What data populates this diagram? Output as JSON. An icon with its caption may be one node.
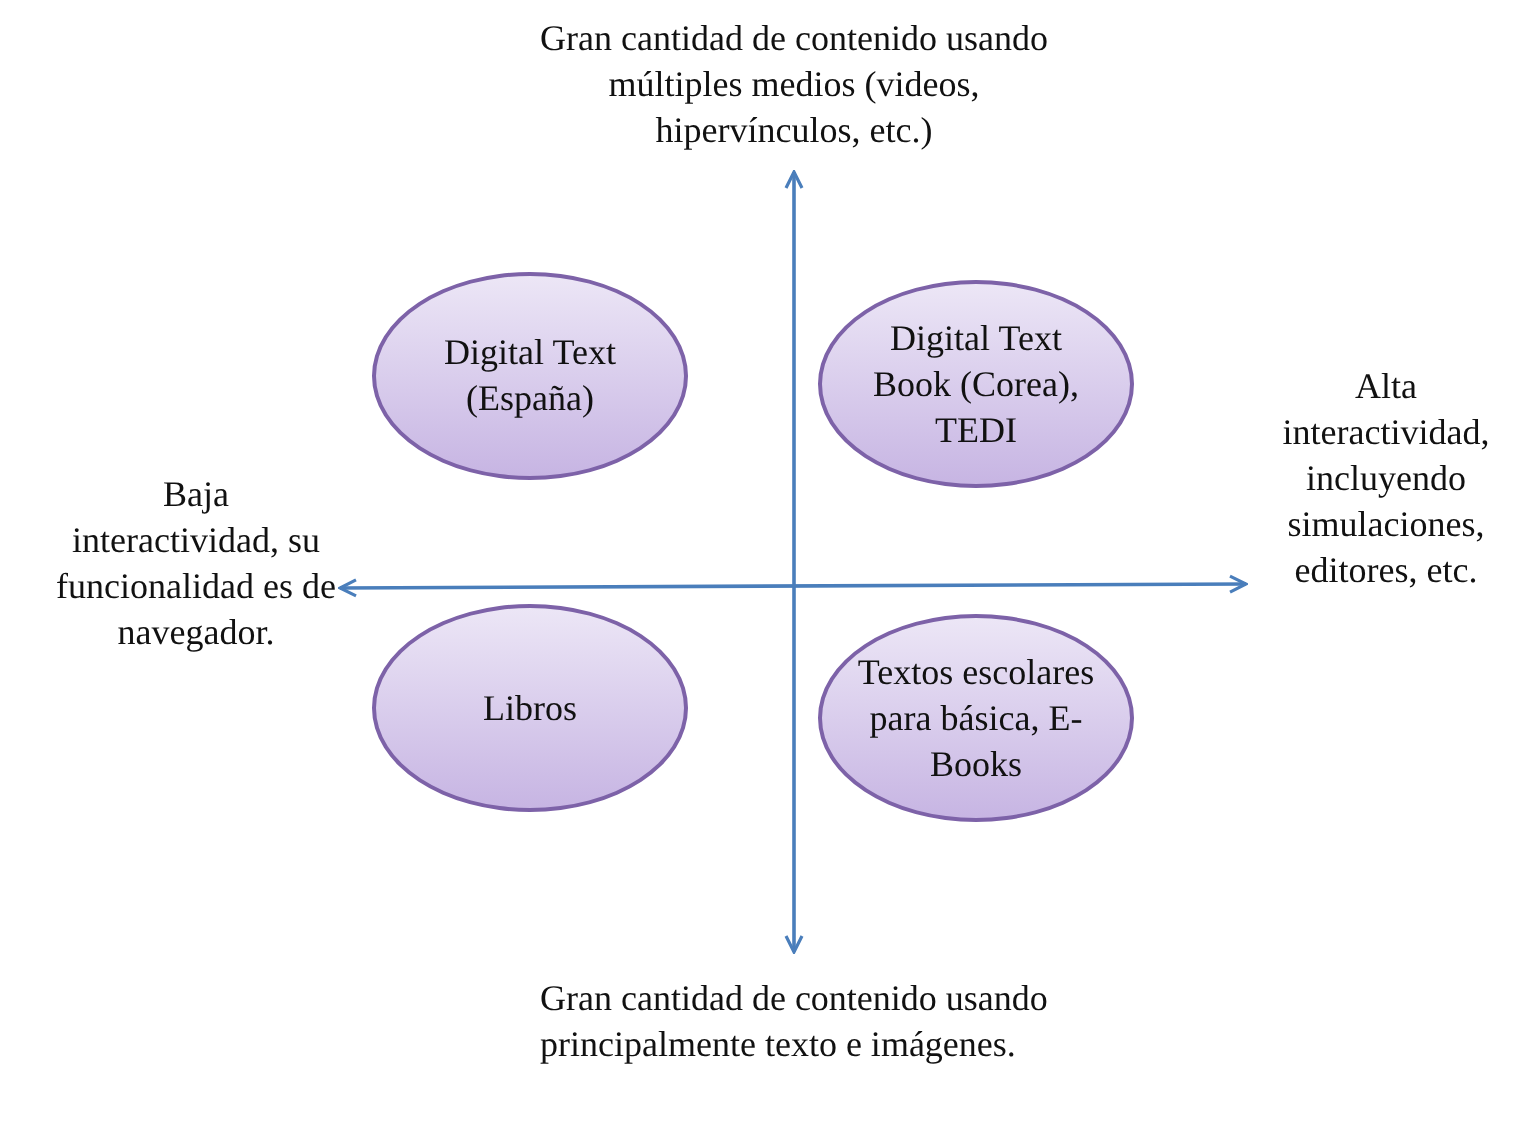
{
  "diagram": {
    "nodes": [
      {
        "text": [
          "Digital Text (España)"
        ]
      },
      {
        "text": [
          "Digital Text Book (Corea), TEDI"
        ]
      },
      {
        "text": [
          "Libros"
        ]
      },
      {
        "text": [
          "Textos escolares para básica, E-Books"
        ]
      }
    ],
    "labels": [
      "Gran cantidad de contenido usando múltiples medios (videos, hipervínculos, etc.)",
      "Baja interactividad, su funcionalidad es de navegador.",
      "Alta interactividad, incluyendo simulaciones, editores, etc.",
      "Gran cantidad de contenido usando principalmente texto e imágenes."
    ]
  }
}
